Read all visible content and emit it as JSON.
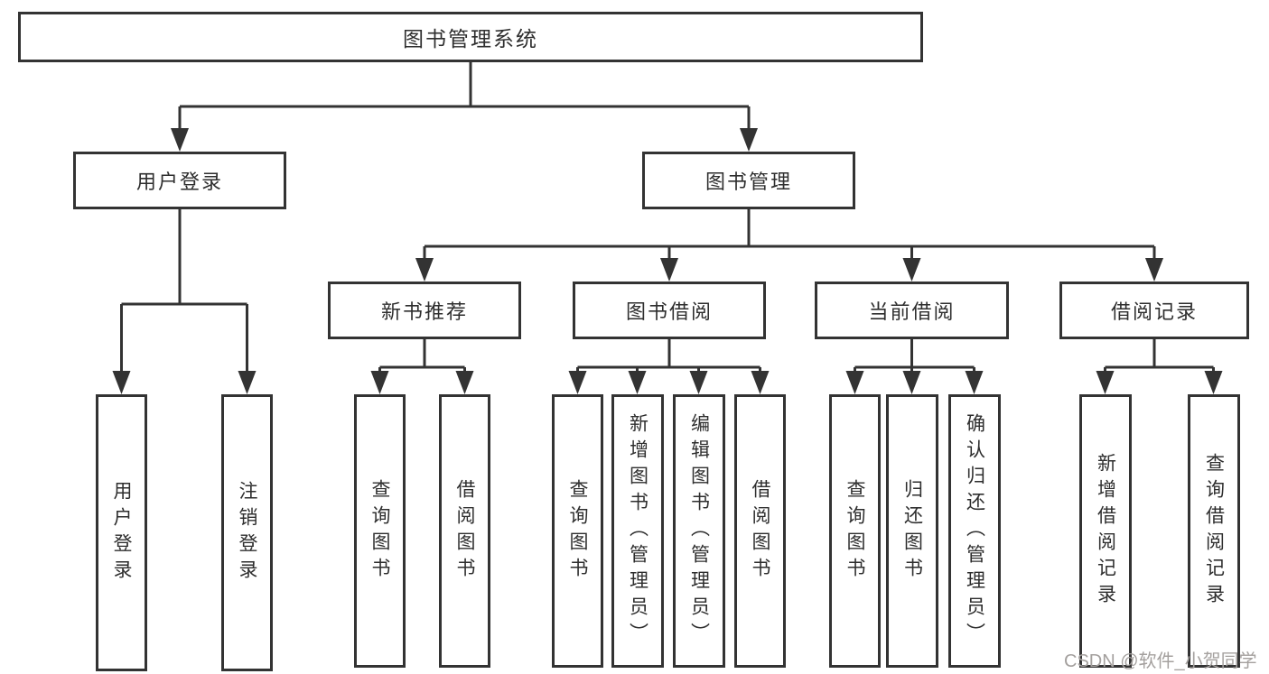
{
  "diagram": {
    "root": {
      "label": "图书管理系统"
    },
    "branches": [
      {
        "label": "用户登录",
        "children": [
          {
            "label": "用户登录"
          },
          {
            "label": "注销登录"
          }
        ]
      },
      {
        "label": "图书管理",
        "children": [
          {
            "label": "新书推荐",
            "children": [
              {
                "label": "查询图书"
              },
              {
                "label": "借阅图书"
              }
            ]
          },
          {
            "label": "图书借阅",
            "children": [
              {
                "label": "查询图书"
              },
              {
                "label": "新增图书（管理员）"
              },
              {
                "label": "编辑图书（管理员）"
              },
              {
                "label": "借阅图书"
              }
            ]
          },
          {
            "label": "当前借阅",
            "children": [
              {
                "label": "查询图书"
              },
              {
                "label": "归还图书"
              },
              {
                "label": "确认归还（管理员）"
              }
            ]
          },
          {
            "label": "借阅记录",
            "children": [
              {
                "label": "新增借阅记录"
              },
              {
                "label": "查询借阅记录"
              }
            ]
          }
        ]
      }
    ]
  },
  "watermark": {
    "text": "CSDN @软件_小贺同学"
  },
  "colors": {
    "line": "#333333",
    "text": "#2e2e2e",
    "background": "#ffffff",
    "watermark": "#a4a09e"
  }
}
